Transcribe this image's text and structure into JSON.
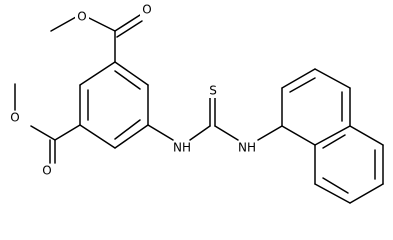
{
  "molecule": {
    "atoms": {
      "o_top_carbonyl": "O",
      "o_top_ester": "O",
      "o_bottom_ester": "O",
      "o_bottom_carbonyl": "O",
      "nh_left": "NH",
      "s_thiourea": "S",
      "nh_right": "NH"
    }
  },
  "colors": {
    "bond": "#000000",
    "background": "#ffffff"
  }
}
